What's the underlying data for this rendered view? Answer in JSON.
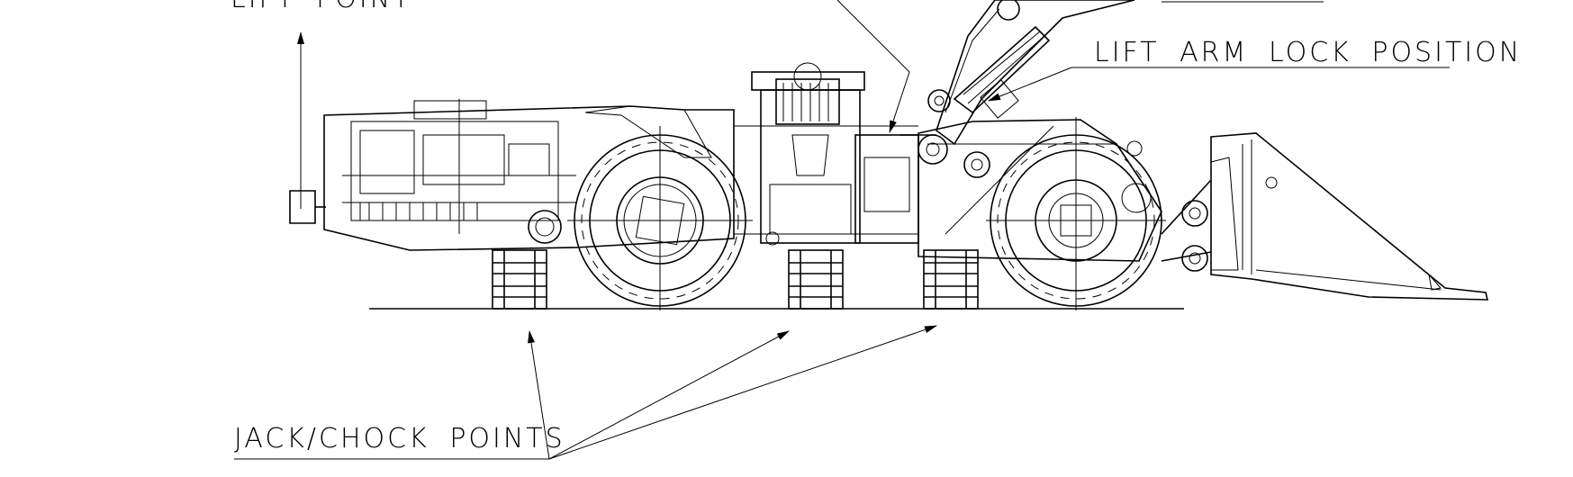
{
  "labels": {
    "lift_point": "LIFT POINT",
    "lift_arm_lock": "LIFT ARM LOCK POSITION",
    "jack_chock": "JACK/CHOCK POINTS"
  },
  "colors": {
    "line": "#000000",
    "background": "#ffffff"
  }
}
